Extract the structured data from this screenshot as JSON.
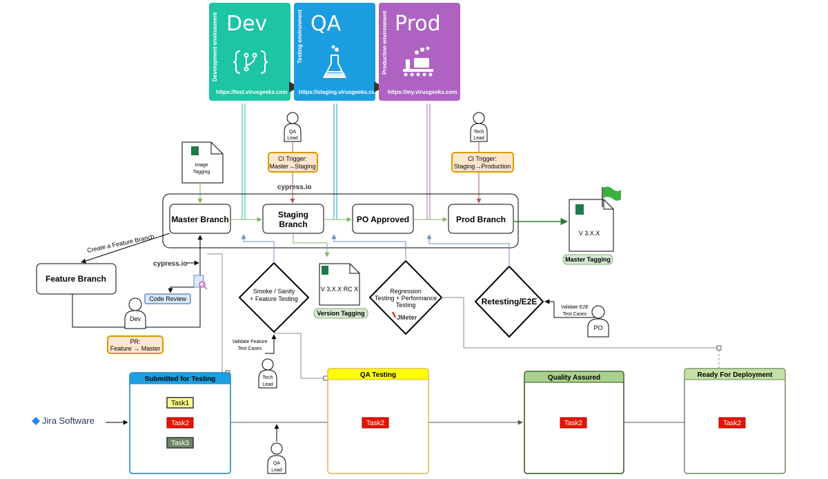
{
  "environments": [
    {
      "title": "Dev",
      "side_label": "Development environment",
      "url": "https://test.virusgeeks.com",
      "color": "#1ec5a5",
      "icon": "code-branch-icon"
    },
    {
      "title": "QA",
      "side_label": "Testing environment",
      "url": "https://staging.virusgeeks.com",
      "color": "#1a9ee0",
      "icon": "flask-icon"
    },
    {
      "title": "Prod",
      "side_label": "Production environment",
      "url": "https://my.virusgeeks.com",
      "color": "#ae63c2",
      "icon": "factory-icon"
    }
  ],
  "people": {
    "qa_lead_top": {
      "line1": "QA",
      "line2": "Lead"
    },
    "tech_lead_top": {
      "line1": "Tech",
      "line2": "Lead"
    },
    "dev": {
      "line1": "Dev"
    },
    "tech_lead_bottom": {
      "line1": "Tech",
      "line2": "Lead"
    },
    "po": {
      "line1": "PO"
    },
    "qa_lead_bottom": {
      "line1": "QA",
      "line2": "Lead"
    }
  },
  "ci_triggers": {
    "qa": {
      "line1": "CI Trigger:",
      "line2": "Master→Staging"
    },
    "prod": {
      "line1": "CI Trigger:",
      "line2": "Staging→Production"
    }
  },
  "image_tagging": {
    "line1": "Image",
    "line2": "Tagging"
  },
  "cypress_logo": "cypress.io",
  "branches": {
    "master": "Master Branch",
    "staging_line1": "Staging",
    "staging_line2": "Branch",
    "po_approved": "PO Approved",
    "prod": "Prod Branch",
    "feature": "Feature Branch"
  },
  "create_feature_branch": "Create a Feature Branch",
  "code_review": "Code Review",
  "pr": {
    "line1": "PR:",
    "line2": "Feature → Master"
  },
  "decisions": {
    "smoke": {
      "line1": "Smoke / Sanity",
      "line2": "+ Feature Testing"
    },
    "regression": {
      "line1": "Regression",
      "line2": "Testing + Performance",
      "line3": "Testing"
    },
    "retesting": {
      "line1": "Retesting/E2E"
    }
  },
  "jmeter_logo": "JMeter",
  "version_doc": {
    "text": "V 3.X.X RC X",
    "label": "Version Tagging"
  },
  "master_doc": {
    "text": "V 3.X.X",
    "label": "Master Tagging"
  },
  "validate_feature": {
    "line1": "Validate Feature",
    "line2": "Test Cases"
  },
  "validate_e2e": {
    "line1": "Validate E2E",
    "line2": "Test Cases"
  },
  "jira": {
    "text": "Jira Software",
    "color": "#2684ff"
  },
  "lanes": [
    {
      "title": "Submitted for Testing",
      "header_color": "#1ba1e2",
      "border": "#1a7fc1",
      "tasks": [
        {
          "label": "Task1",
          "color": "#ffff88",
          "text_color": "#000000"
        },
        {
          "label": "Task2",
          "color": "#e51400",
          "text_color": "#ffffff"
        },
        {
          "label": "Task3",
          "color": "#6d8764",
          "text_color": "#ffffff"
        }
      ]
    },
    {
      "title": "QA Testing",
      "header_color": "#ffff00",
      "border": "#d6b656",
      "tasks": [
        {
          "label": "Task2",
          "color": "#e51400",
          "text_color": "#ffffff"
        }
      ]
    },
    {
      "title": "Quality Assured",
      "header_color": "#a9d18e",
      "border": "#2d5016",
      "tasks": [
        {
          "label": "Task2",
          "color": "#e51400",
          "text_color": "#ffffff"
        }
      ]
    },
    {
      "title": "Ready For Deployment",
      "header_color": "#c5e0a5",
      "border": "#6d8764",
      "tasks": [
        {
          "label": "Task2",
          "color": "#e51400",
          "text_color": "#ffffff"
        }
      ]
    }
  ],
  "colors": {
    "ci_border": "#d79b00",
    "ci_fill": "#ffe6cc",
    "tag_fill": "#d5e8d4",
    "tag_border": "#82b366",
    "review_fill": "#dae8fc",
    "review_border": "#6c8ebf",
    "green_arrow": "#82b366",
    "blue_arrow": "#6c8ebf",
    "red_arrow": "#b85450"
  }
}
